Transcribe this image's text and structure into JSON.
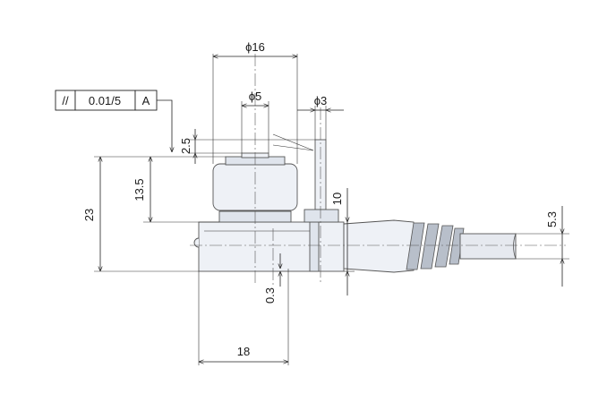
{
  "tolerance_frame": {
    "symbol": "//",
    "value": "0.01/5",
    "datum": "A"
  },
  "dimensions": {
    "phi16": "ϕ16",
    "phi5": "ϕ5",
    "phi3": "ϕ3",
    "d2_5": "2.5",
    "d13_5": "13.5",
    "d23": "23",
    "d10": "10",
    "d5_3": "5.3",
    "d0_3": "0.3",
    "d18": "18"
  }
}
